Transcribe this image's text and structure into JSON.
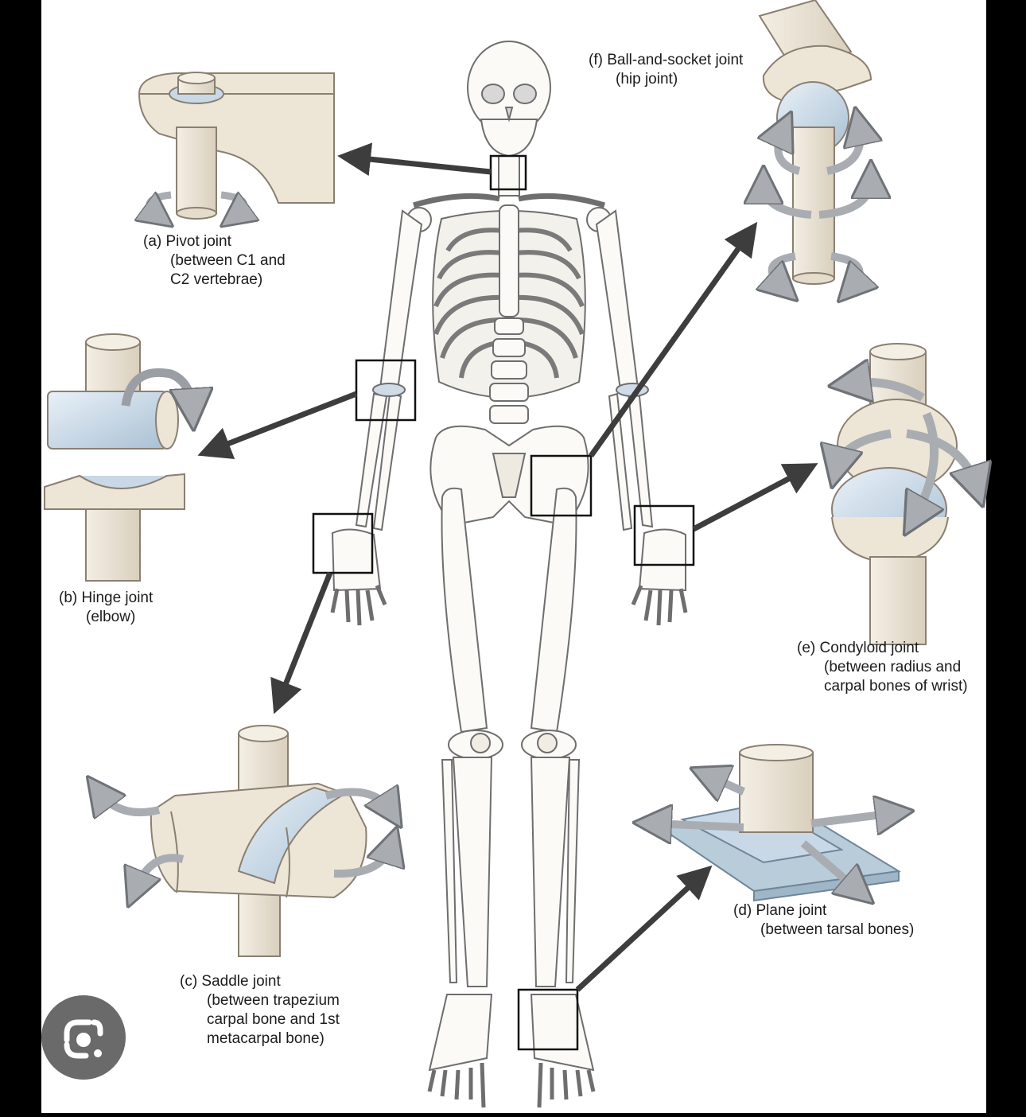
{
  "labels": {
    "pivot": {
      "title": "(a) Pivot joint",
      "lines": [
        "(between C1 and",
        "C2 vertebrae)"
      ]
    },
    "hinge": {
      "title": "(b) Hinge joint",
      "lines": [
        "(elbow)"
      ]
    },
    "saddle": {
      "title": "(c) Saddle joint",
      "lines": [
        "(between trapezium",
        "carpal bone and 1st",
        "metacarpal bone)"
      ]
    },
    "plane": {
      "title": "(d) Plane joint",
      "lines": [
        "(between tarsal bones)"
      ]
    },
    "condyloid": {
      "title": "(e) Condyloid joint",
      "lines": [
        "(between radius and",
        "carpal bones of wrist)"
      ]
    },
    "ball_socket": {
      "title": "(f) Ball-and-socket joint",
      "lines": [
        "(hip joint)"
      ]
    }
  },
  "icons": {
    "lens_button": "google-lens-icon"
  },
  "colors": {
    "background": "#ffffff",
    "frame": "#000000",
    "bone": "#ede6d6",
    "bone_outline": "#8a7f72",
    "cartilage": "#c8d8e6",
    "arrow": "#3d3d3d",
    "motion_arrow": "#a9adb2",
    "lens_button": "#6a6a6a"
  }
}
